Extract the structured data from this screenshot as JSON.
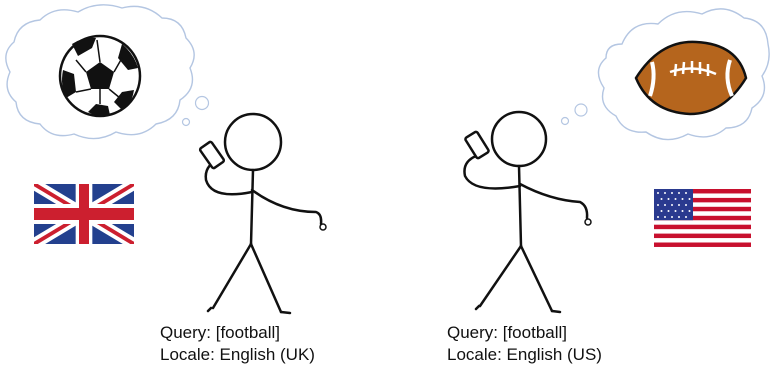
{
  "figures": [
    {
      "id": "uk",
      "query_label": "Query: [football]",
      "locale_label": "Locale: English (UK)",
      "thought": "soccer-ball-icon",
      "flag": "uk-flag-icon"
    },
    {
      "id": "us",
      "query_label": "Query: [football]",
      "locale_label": "Locale: English (US)",
      "thought": "american-football-icon",
      "flag": "us-flag-icon"
    }
  ],
  "colors": {
    "cloud_stroke": "#b4c6e2",
    "ink": "#111111",
    "uk_blue": "#23408e",
    "uk_red": "#cc1f2f",
    "us_red": "#c8102e",
    "us_blue": "#2a3a8f",
    "football_brown": "#b5651d"
  }
}
